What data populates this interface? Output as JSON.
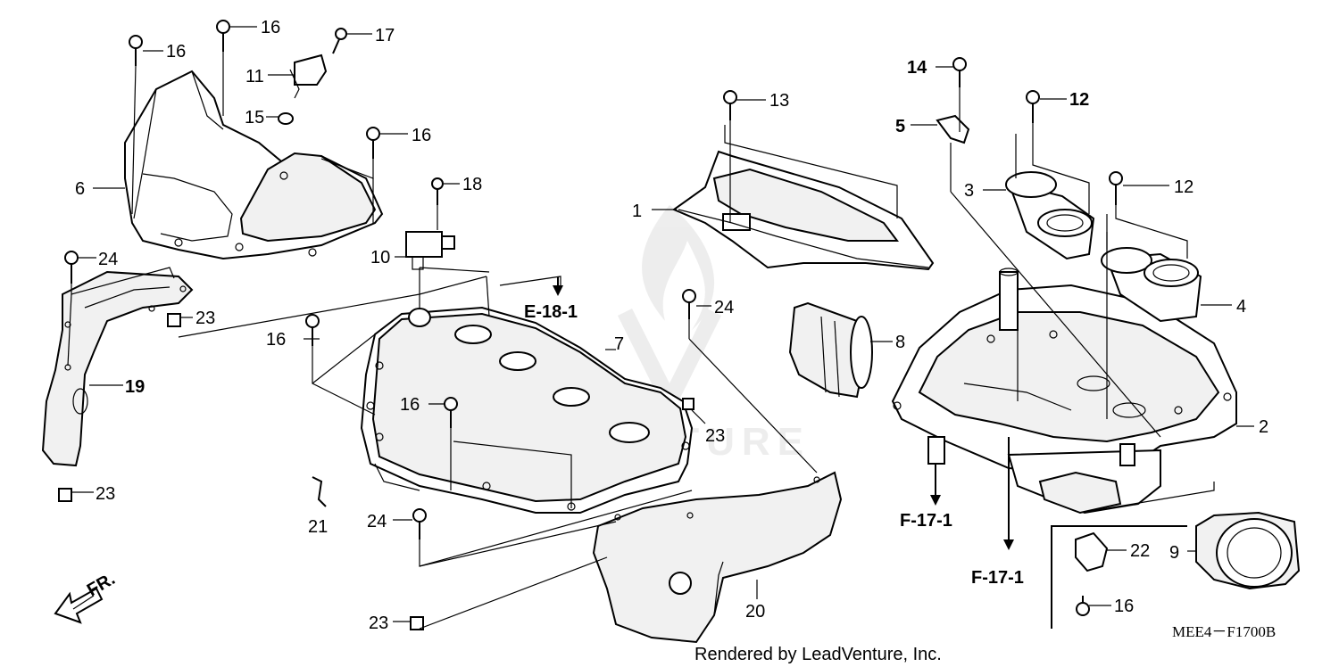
{
  "diagram": {
    "part_labels": [
      "1",
      "2",
      "3",
      "4",
      "5",
      "6",
      "7",
      "8",
      "9",
      "10",
      "11",
      "12",
      "12",
      "13",
      "14",
      "15",
      "16",
      "16",
      "16",
      "16",
      "16",
      "16",
      "17",
      "18",
      "19",
      "20",
      "21",
      "22",
      "23",
      "23",
      "23",
      "23",
      "24",
      "24",
      "24"
    ],
    "ref_labels": [
      "E-18-1",
      "F-17-1",
      "F-17-1"
    ],
    "front_marker": "FR.",
    "watermark": "LEADVENTURE",
    "credit": "Rendered by LeadVenture, Inc.",
    "diagram_code": "MEE4－F1700B"
  }
}
